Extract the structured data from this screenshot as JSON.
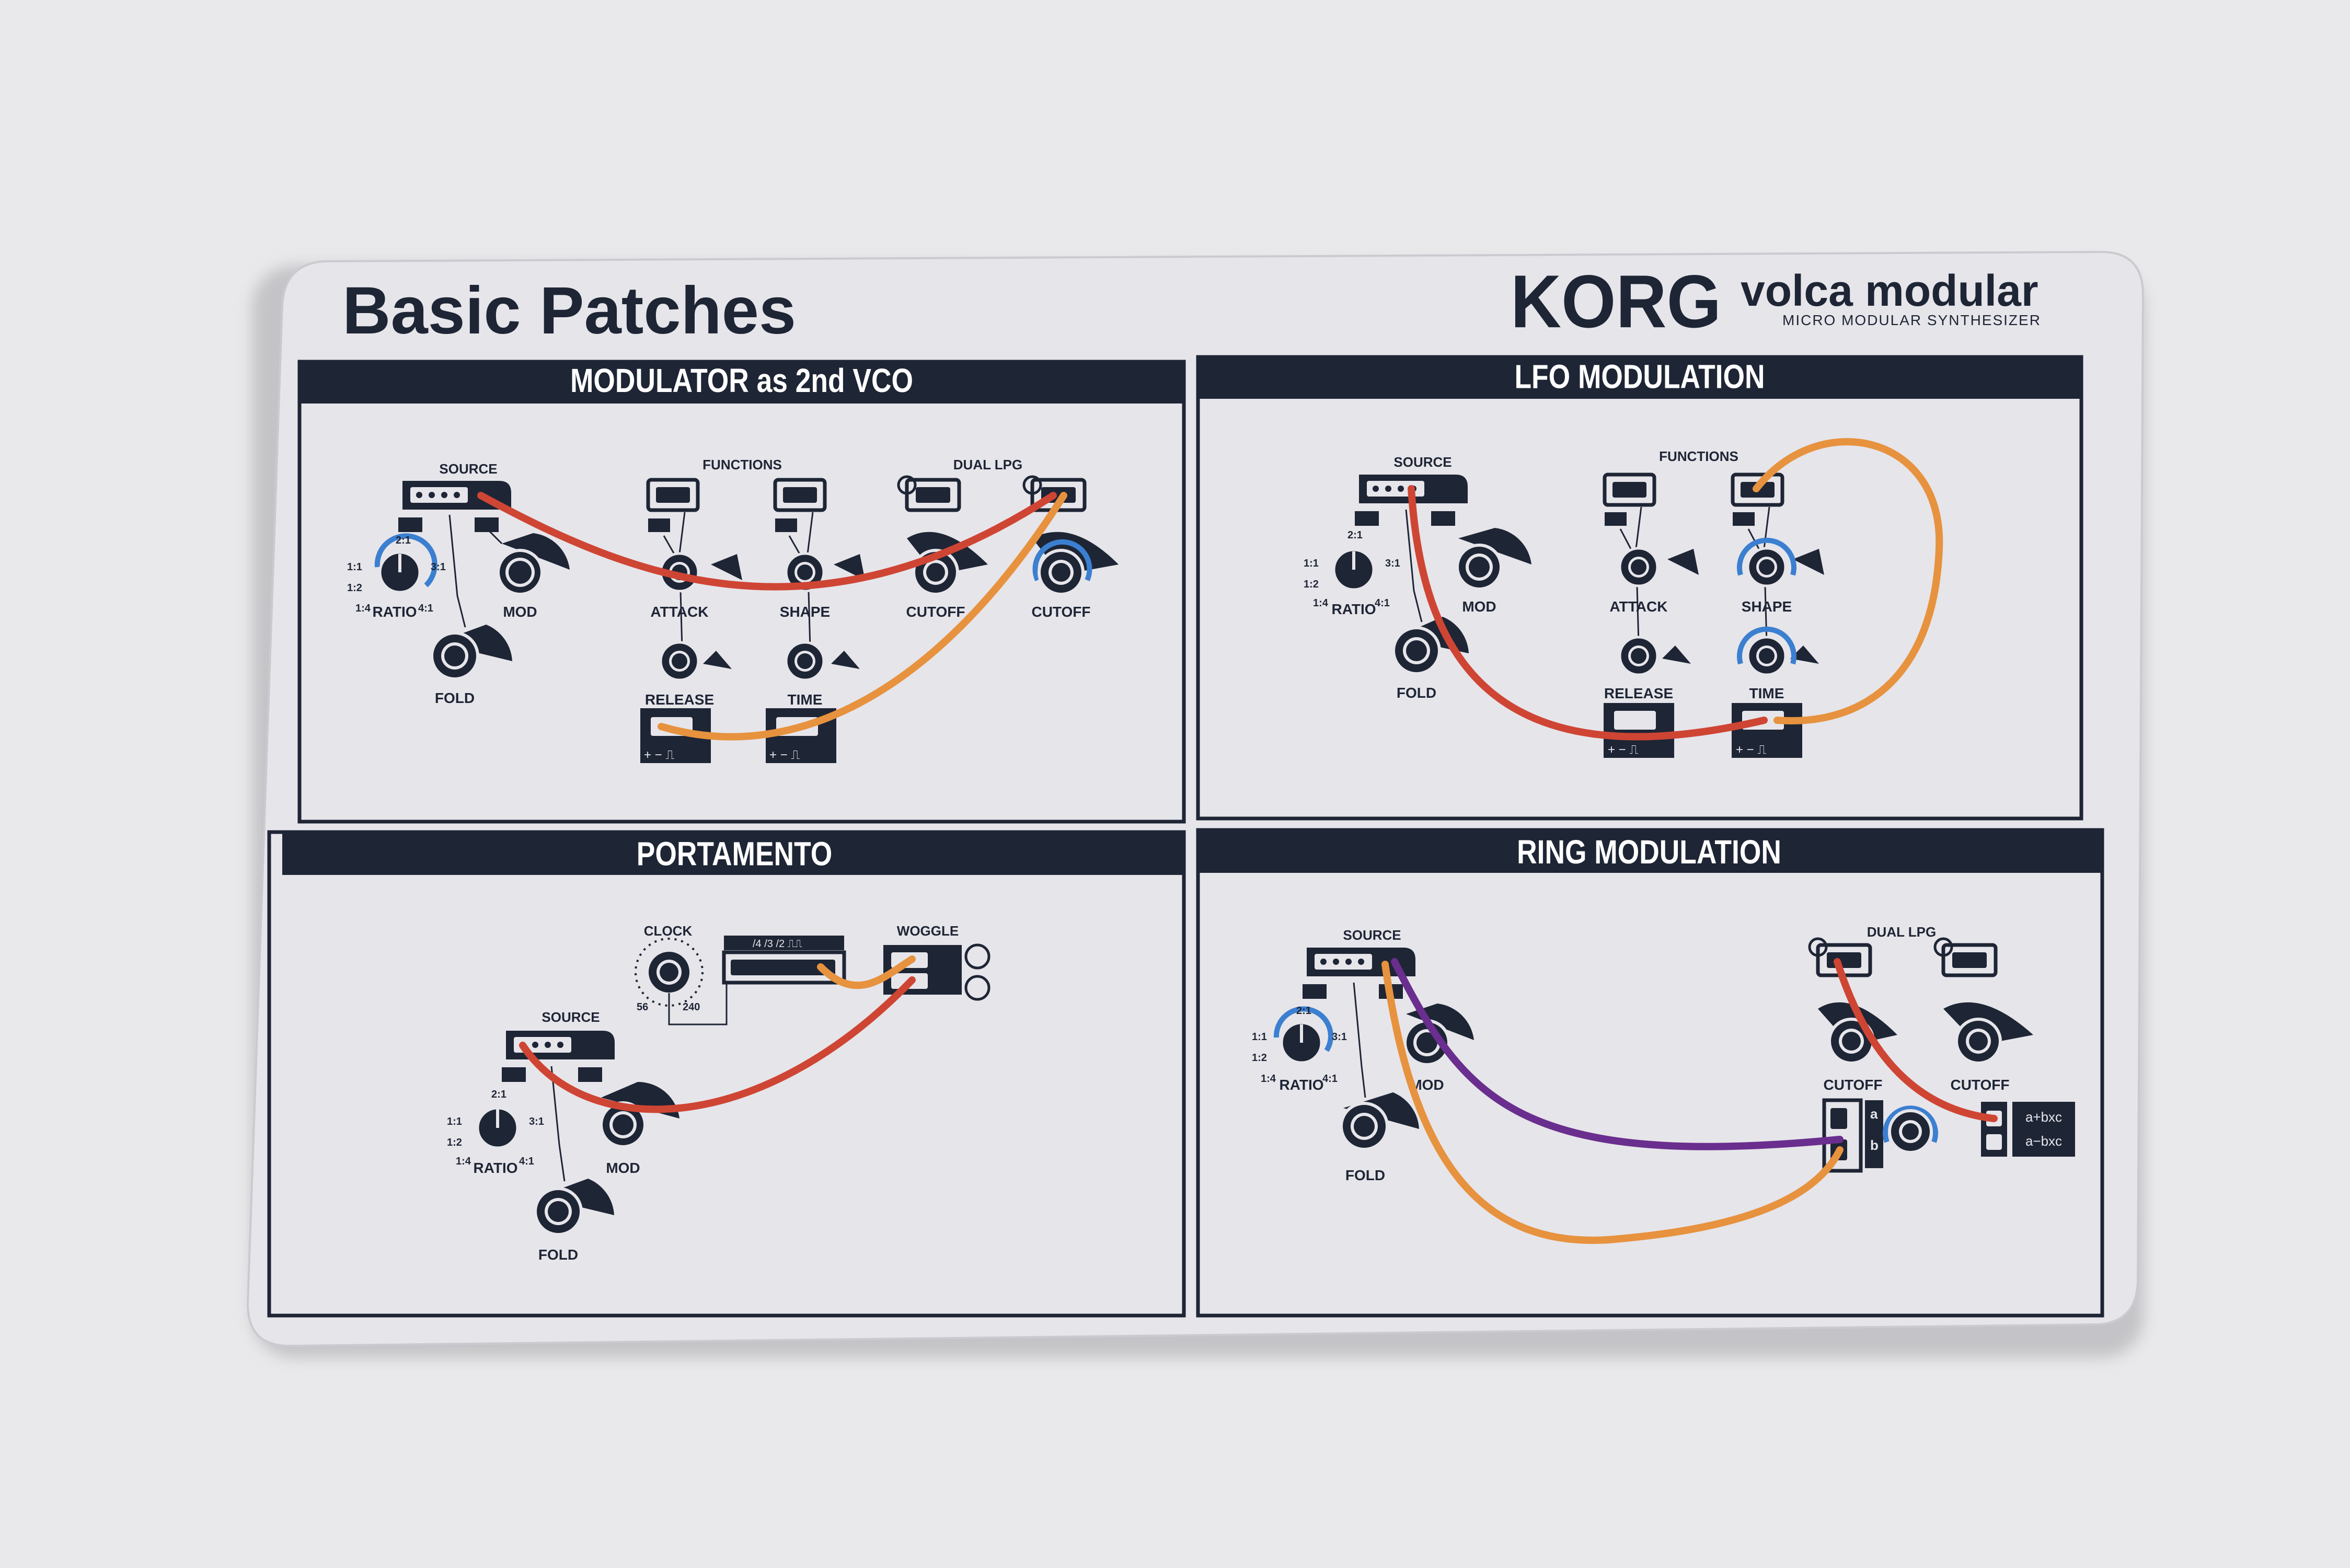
{
  "card": {
    "title": "Basic Patches",
    "brand": "KORG",
    "product": "volca modular",
    "product_sub": "MICRO MODULAR SYNTHESIZER"
  },
  "panels": {
    "p1": {
      "header": "MODULATOR as 2nd VCO",
      "labels": {
        "source": "SOURCE",
        "functions": "FUNCTIONS",
        "dual_lpg": "DUAL LPG",
        "r21": "2:1",
        "r11": "1:1",
        "r12": "1:2",
        "r14": "1:4",
        "r31": "3:1",
        "r41": "4:1",
        "ratio": "RATIO",
        "mod": "MOD",
        "fold": "FOLD",
        "attack": "ATTACK",
        "release": "RELEASE",
        "shape": "SHAPE",
        "time": "TIME",
        "cutoff1": "CUTOFF",
        "cutoff2": "CUTOFF"
      }
    },
    "p2": {
      "header": "LFO MODULATION",
      "labels": {
        "source": "SOURCE",
        "functions": "FUNCTIONS",
        "r21": "2:1",
        "r11": "1:1",
        "r12": "1:2",
        "r14": "1:4",
        "r31": "3:1",
        "r41": "4:1",
        "ratio": "RATIO",
        "mod": "MOD",
        "fold": "FOLD",
        "attack": "ATTACK",
        "release": "RELEASE",
        "shape": "SHAPE",
        "time": "TIME"
      }
    },
    "p3": {
      "header": "PORTAMENTO",
      "labels": {
        "clock": "CLOCK",
        "c56": "56",
        "c240": "240",
        "woggle": "WOGGLE",
        "div": "/4 /3 /2 ⎍⎍",
        "source": "SOURCE",
        "r21": "2:1",
        "r11": "1:1",
        "r12": "1:2",
        "r14": "1:4",
        "r31": "3:1",
        "r41": "4:1",
        "ratio": "RATIO",
        "mod": "MOD",
        "fold": "FOLD"
      }
    },
    "p4": {
      "header": "RING MODULATION",
      "labels": {
        "source": "SOURCE",
        "dual_lpg": "DUAL LPG",
        "r21": "2:1",
        "r11": "1:1",
        "r12": "1:2",
        "r14": "1:4",
        "r31": "3:1",
        "r41": "4:1",
        "ratio": "RATIO",
        "mod": "MOD",
        "fold": "FOLD",
        "cutoff1": "CUTOFF",
        "cutoff2": "CUTOFF",
        "a": "a",
        "b": "b",
        "sum": "a+bxc",
        "diff": "a−bxc"
      }
    }
  },
  "colors": {
    "background": "#e9e9eb",
    "card": "#e6e5ea",
    "ink": "#1e2535",
    "blue_accent": "#3b7fd0",
    "cable_red": "#cf4534",
    "cable_orange": "#e7923e",
    "cable_purple": "#6a2e8e"
  }
}
